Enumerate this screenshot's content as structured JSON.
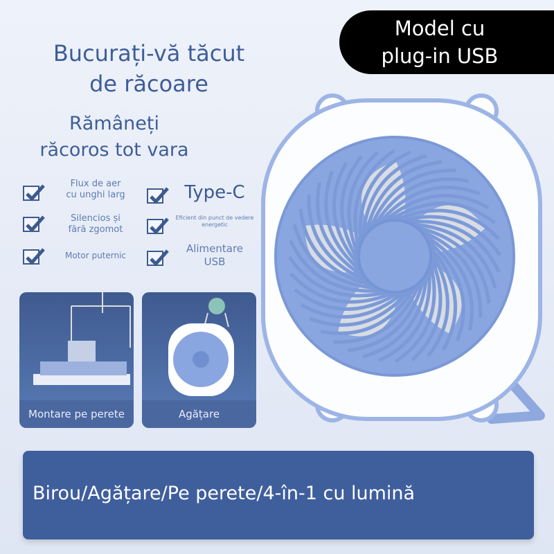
{
  "headline": {
    "line1": "Bucurați-vă tăcut",
    "line2": "de răcoare"
  },
  "subheadline": {
    "line1": "Rămâneți",
    "line2": "răcoros tot vara"
  },
  "badge": {
    "line1": "Model cu",
    "line2": "plug-in USB"
  },
  "features": [
    {
      "line1": "Flux de aer",
      "line2": "cu unghi larg"
    },
    {
      "line1": "Type-C",
      "line2": ""
    },
    {
      "line1": "Silencios și",
      "line2": "fără zgomot"
    },
    {
      "line1": "Eficient din punct de vedere",
      "line2": "energetic"
    },
    {
      "line1": "Motor puternic",
      "line2": ""
    },
    {
      "line1": "Alimentare",
      "line2": "USB"
    }
  ],
  "cards": [
    {
      "label": "Montare pe perete"
    },
    {
      "label": "Agățare"
    }
  ],
  "banner": {
    "text": "Birou/Agățare/Pe perete/4-în-1 cu lumină"
  },
  "colors": {
    "accent": "#3e5d98",
    "banner": "#3f5e9c",
    "fan_blue": "#7f9fdc",
    "badge": "#000000"
  }
}
